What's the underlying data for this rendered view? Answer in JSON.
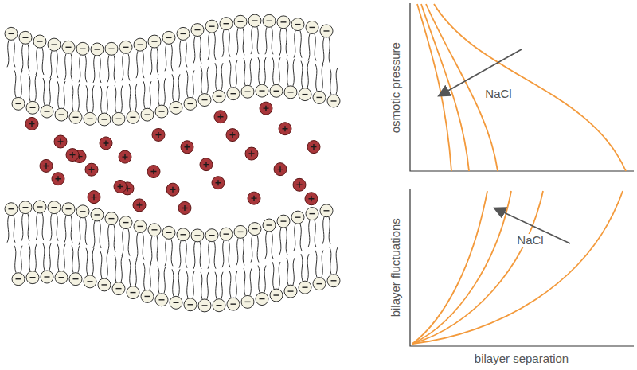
{
  "diagram": {
    "labels": [
      "osmotic pressure",
      "NaCl",
      "bilayer fluctuations",
      "NaCl",
      "bilayer separation"
    ]
  }
}
